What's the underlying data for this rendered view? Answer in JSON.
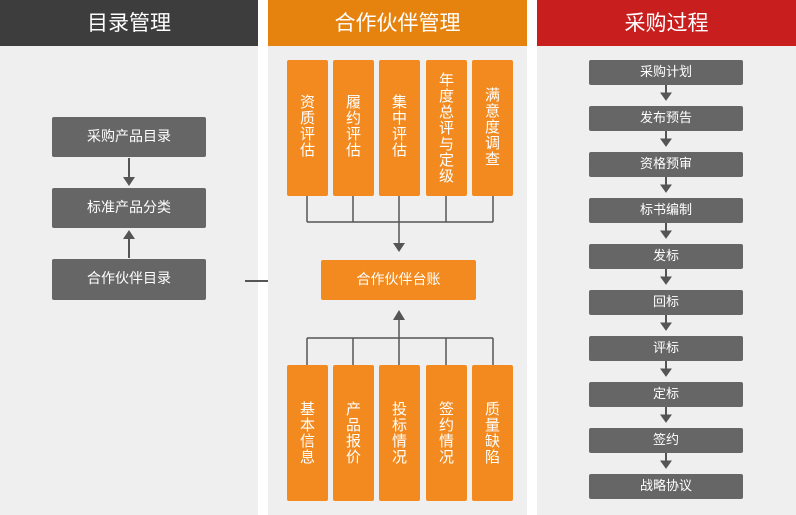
{
  "colors": {
    "left_header": "#3d3d3d",
    "middle_header": "#e6820e",
    "right_header": "#c81e1e",
    "gray_box": "#666666",
    "orange_box": "#f28a1f",
    "panel_bg": "#efefef"
  },
  "catalog": {
    "title": "目录管理",
    "items": [
      "采购产品目录",
      "标准产品分类",
      "合作伙伴目录"
    ]
  },
  "partner": {
    "title": "合作伙伴管理",
    "top_items": [
      "资质评估",
      "履约评估",
      "集中评估",
      "年度总评与定级",
      "满意度调查"
    ],
    "center": "合作伙伴台账",
    "bottom_items": [
      "基本信息",
      "产品报价",
      "投标情况",
      "签约情况",
      "质量缺陷"
    ]
  },
  "procurement": {
    "title": "采购过程",
    "steps": [
      "采购计划",
      "发布预告",
      "资格预审",
      "标书编制",
      "发标",
      "回标",
      "评标",
      "定标",
      "签约",
      "战略协议"
    ]
  }
}
